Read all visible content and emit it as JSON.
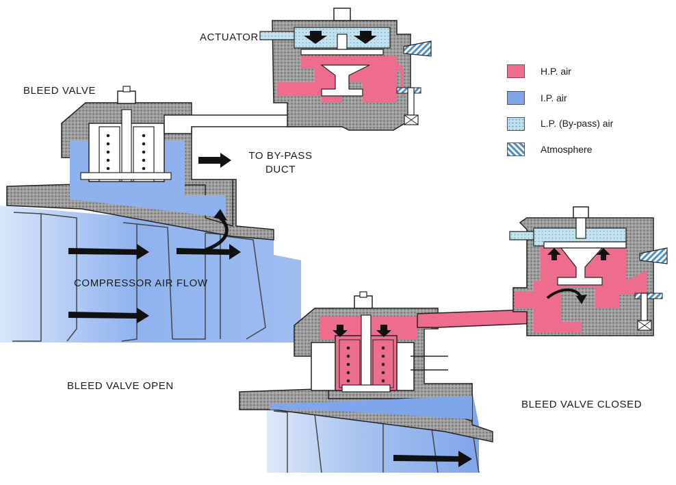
{
  "labels": {
    "actuator": "ACTUATOR",
    "bleed_valve": "BLEED VALVE",
    "to_bypass_1": "TO BY-PASS",
    "to_bypass_2": "DUCT",
    "compressor_air_flow": "COMPRESSOR AIR FLOW",
    "bleed_valve_open": "BLEED VALVE OPEN",
    "bleed_valve_closed": "BLEED VALVE CLOSED"
  },
  "legend": [
    {
      "label": "H.P. air",
      "color": "#ee6d8f"
    },
    {
      "label": "I.P. air",
      "color": "#7fa5ea"
    },
    {
      "label": "L.P. (By-pass) air",
      "color": "#bfe0ef"
    },
    {
      "label": "Atmosphere",
      "color": "#6ea6cf"
    }
  ],
  "colors": {
    "hp_air": "#ee6d8f",
    "ip_air": "#7fa5ea",
    "lp_air": "#bfe0ef",
    "atmosphere": "#6ea6cf",
    "casing": "#9a9a9a",
    "outline": "#222222"
  }
}
